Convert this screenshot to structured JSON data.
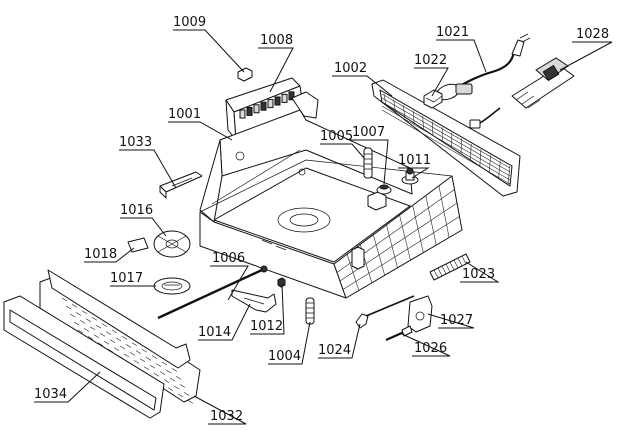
{
  "diagram": {
    "callouts": [
      {
        "id": "1001",
        "label": "1001"
      },
      {
        "id": "1002",
        "label": "1002"
      },
      {
        "id": "1004",
        "label": "1004"
      },
      {
        "id": "1005",
        "label": "1005"
      },
      {
        "id": "1006",
        "label": "1006"
      },
      {
        "id": "1007",
        "label": "1007"
      },
      {
        "id": "1008",
        "label": "1008"
      },
      {
        "id": "1009",
        "label": "1009"
      },
      {
        "id": "1011",
        "label": "1011"
      },
      {
        "id": "1012",
        "label": "1012"
      },
      {
        "id": "1014",
        "label": "1014"
      },
      {
        "id": "1016",
        "label": "1016"
      },
      {
        "id": "1017",
        "label": "1017"
      },
      {
        "id": "1018",
        "label": "1018"
      },
      {
        "id": "1021",
        "label": "1021"
      },
      {
        "id": "1022",
        "label": "1022"
      },
      {
        "id": "1023",
        "label": "1023"
      },
      {
        "id": "1024",
        "label": "1024"
      },
      {
        "id": "1026",
        "label": "1026"
      },
      {
        "id": "1027",
        "label": "1027"
      },
      {
        "id": "1028",
        "label": "1028"
      },
      {
        "id": "1032",
        "label": "1032"
      },
      {
        "id": "1033",
        "label": "1033"
      },
      {
        "id": "1034",
        "label": "1034"
      }
    ]
  }
}
